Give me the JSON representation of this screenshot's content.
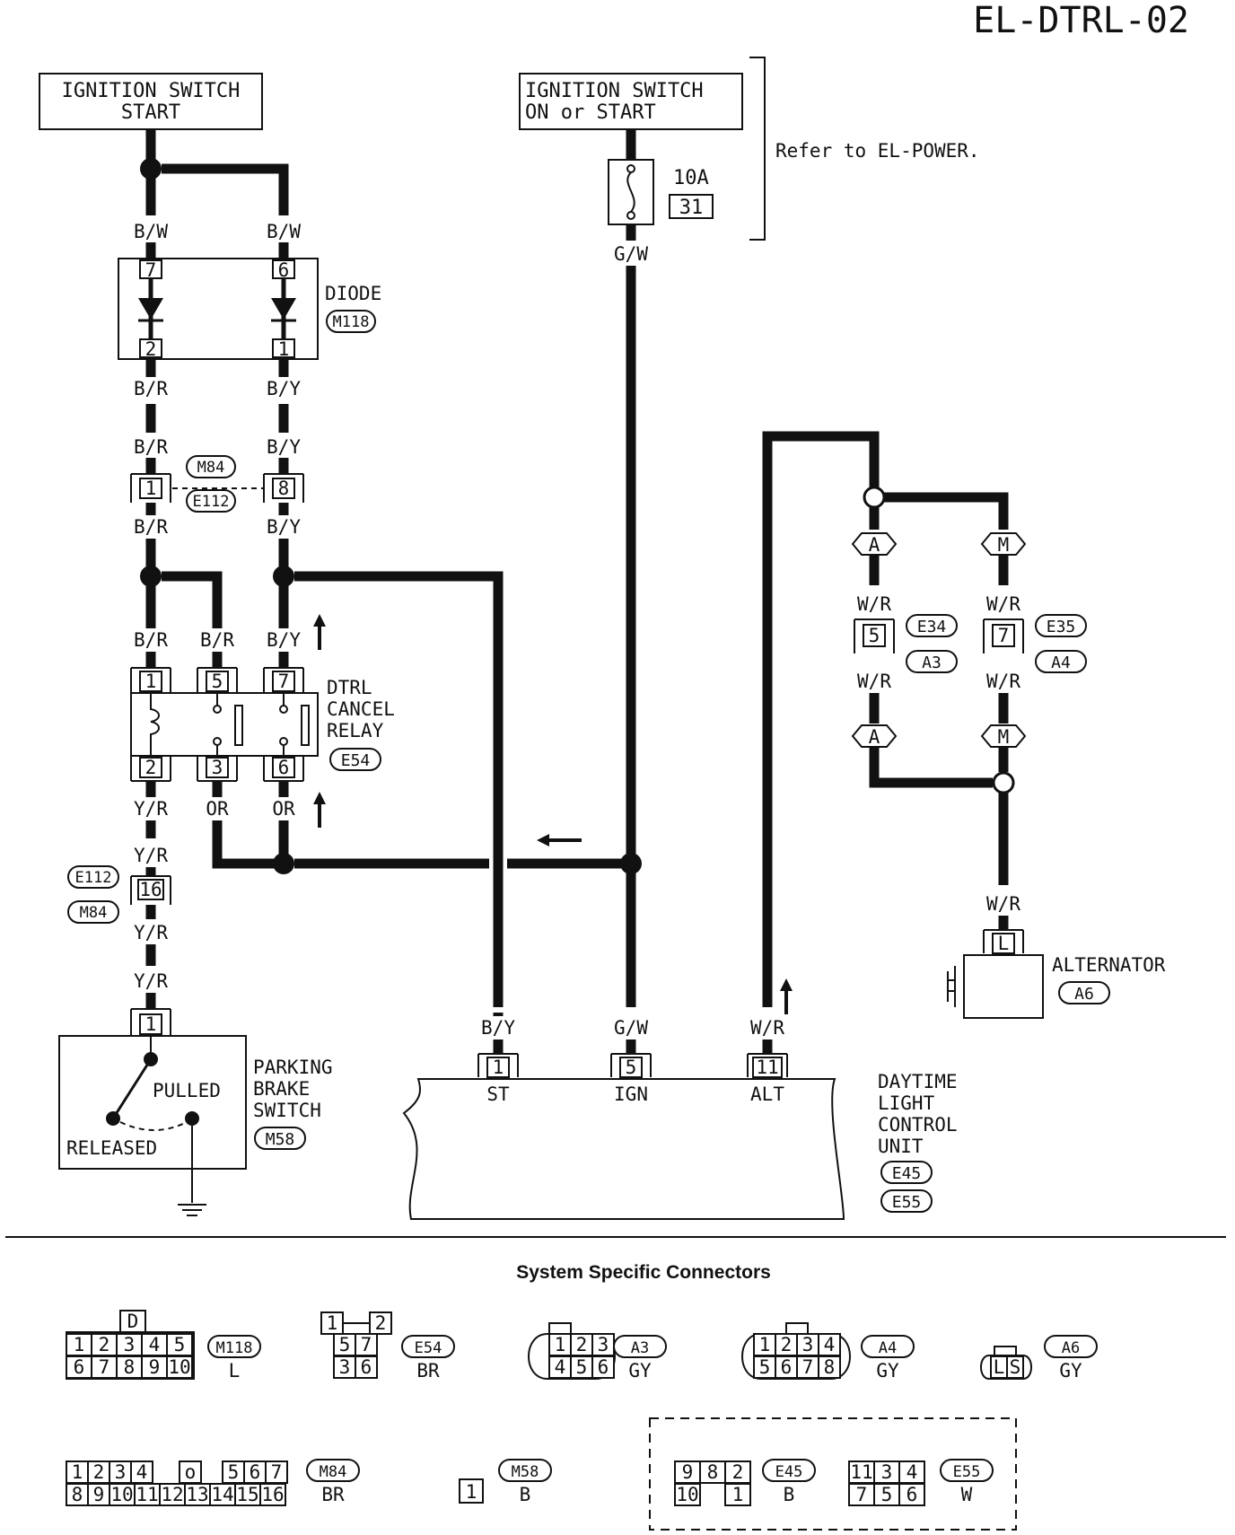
{
  "page_id": "EL-DTRL-02",
  "power": {
    "ign_start": [
      "IGNITION SWITCH",
      "START"
    ],
    "ign_on": [
      "IGNITION SWITCH",
      "ON or START"
    ],
    "fuse_rating": "10A",
    "fuse_no": "31",
    "refer": "Refer to EL-POWER."
  },
  "wires": {
    "bw": "B/W",
    "br": "B/R",
    "by": "B/Y",
    "gw": "G/W",
    "yr": "Y/R",
    "or": "OR",
    "wr": "W/R"
  },
  "diode": {
    "label": "DIODE",
    "connector": "M118",
    "pins": [
      "7",
      "6",
      "2",
      "1"
    ]
  },
  "joint_connector": {
    "codes": [
      "M84",
      "E112"
    ],
    "pins": [
      "1",
      "8"
    ]
  },
  "relay": {
    "label": [
      "DTRL",
      "CANCEL",
      "RELAY"
    ],
    "connector": "E54",
    "top_pins": [
      "1",
      "5",
      "7"
    ],
    "bottom_pins": [
      "2",
      "3",
      "6"
    ]
  },
  "pb_joint": {
    "codes": [
      "E112",
      "M84"
    ],
    "pin": "16"
  },
  "parking_brake": {
    "label": [
      "PARKING",
      "BRAKE",
      "SWITCH"
    ],
    "connector": "M58",
    "pin": "1",
    "pulled": "PULLED",
    "released": "RELEASED"
  },
  "control_unit": {
    "label": [
      "DAYTIME",
      "LIGHT",
      "CONTROL",
      "UNIT"
    ],
    "connectors": [
      "E45",
      "E55"
    ],
    "pins": [
      {
        "pin": "1",
        "name": "ST",
        "wire": "B/Y"
      },
      {
        "pin": "5",
        "name": "IGN",
        "wire": "G/W"
      },
      {
        "pin": "11",
        "name": "ALT",
        "wire": "W/R"
      }
    ]
  },
  "alt_path": {
    "left_marker": "A",
    "right_marker": "M",
    "left_pin": "5",
    "right_pin": "7",
    "left_codes": [
      "E34",
      "A3"
    ],
    "right_codes": [
      "E35",
      "A4"
    ]
  },
  "alternator": {
    "label": "ALTERNATOR",
    "connector": "A6",
    "pin": "L"
  },
  "connectors_section": {
    "title": "System Specific Connectors",
    "m118": {
      "code": "M118",
      "color": "L",
      "top": "D",
      "row1": [
        "1",
        "2",
        "3",
        "4",
        "5"
      ],
      "row2": [
        "6",
        "7",
        "8",
        "9",
        "10"
      ]
    },
    "e54": {
      "code": "E54",
      "color": "BR",
      "row0": [
        "1",
        "2"
      ],
      "row1": [
        "5",
        "7"
      ],
      "row2": [
        "3",
        "6"
      ]
    },
    "a3": {
      "code": "A3",
      "color": "GY",
      "row1": [
        "1",
        "2",
        "3"
      ],
      "row2": [
        "4",
        "5",
        "6"
      ]
    },
    "a4": {
      "code": "A4",
      "color": "GY",
      "row1": [
        "1",
        "2",
        "3",
        "4"
      ],
      "row2": [
        "5",
        "6",
        "7",
        "8"
      ]
    },
    "a6": {
      "code": "A6",
      "color": "GY",
      "row1": [
        "L",
        "S"
      ]
    },
    "m84": {
      "code": "M84",
      "color": "BR",
      "row1": [
        "1",
        "2",
        "3",
        "4",
        "o",
        "5",
        "6",
        "7"
      ],
      "row2": [
        "8",
        "9",
        "10",
        "11",
        "12",
        "13",
        "14",
        "15",
        "16"
      ]
    },
    "m58": {
      "code": "M58",
      "color": "B",
      "row1": [
        "1"
      ]
    },
    "e45": {
      "code": "E45",
      "color": "B",
      "row1": [
        "9",
        "8",
        "2"
      ],
      "row2": [
        "10",
        "1"
      ]
    },
    "e55": {
      "code": "E55",
      "color": "W",
      "row1": [
        "11",
        "3",
        "4"
      ],
      "row2": [
        "7",
        "5",
        "6"
      ]
    }
  }
}
